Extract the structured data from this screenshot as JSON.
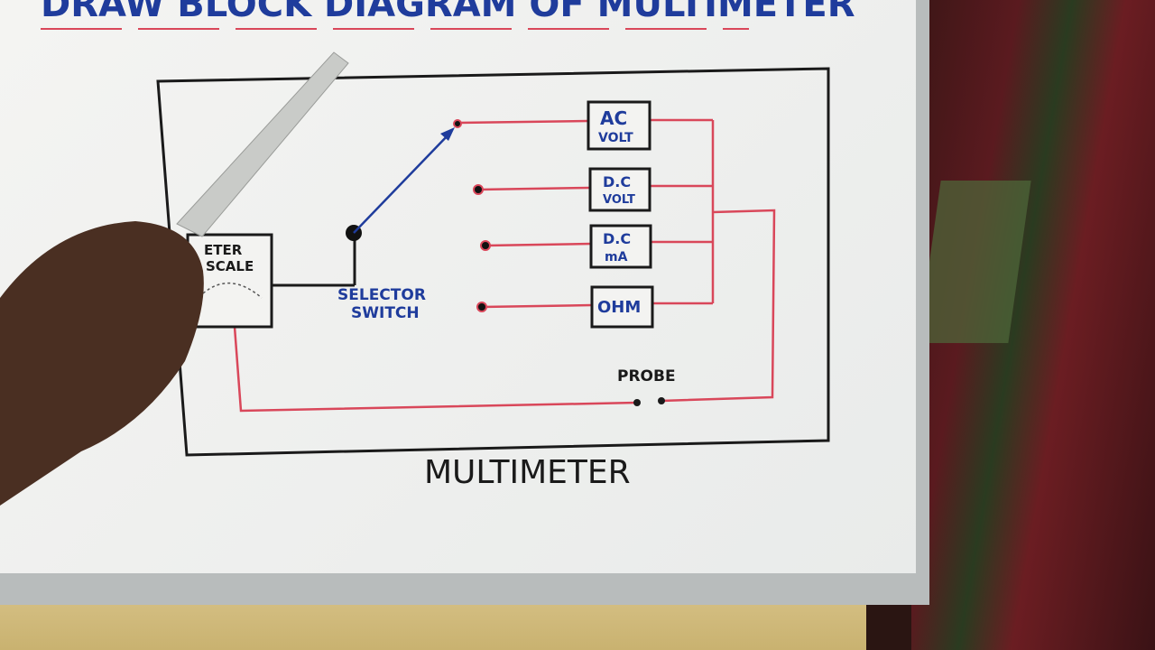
{
  "title": "DRAW BLOCK DIAGRAM OF MULTIMETER",
  "blocks": {
    "meter_line1": "ETER",
    "meter_line2": "SCALE",
    "ac_line1": "AC",
    "ac_line2": "VOLT",
    "dcv_line1": "D.C",
    "dcv_line2": "VOLT",
    "dcma_line1": "D.C",
    "dcma_line2": "mA",
    "ohm": "OHM"
  },
  "labels": {
    "selector_line1": "SELECTOR",
    "selector_line2": "SWITCH",
    "probe": "PROBE",
    "caption": "MULTIMETER"
  },
  "colors": {
    "board": "#f1f2f0",
    "ink_black": "#1a1a1a",
    "ink_blue": "#1f3c9c",
    "wire_red": "#d9475a"
  }
}
